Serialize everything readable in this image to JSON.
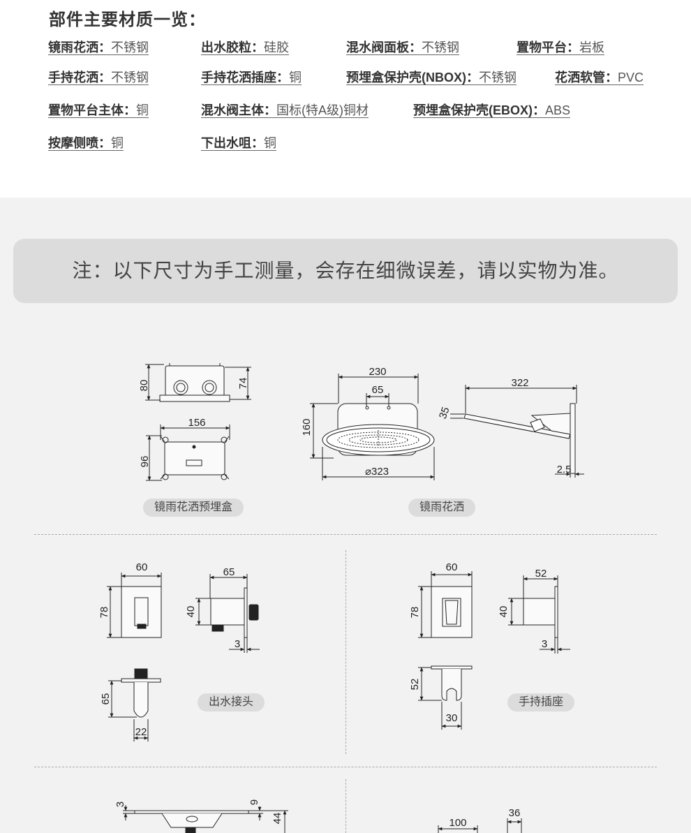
{
  "materials": {
    "title": "部件主要材质一览：",
    "items": [
      {
        "k": "镜雨花洒：",
        "v": "不锈钢"
      },
      {
        "k": "出水胶粒：",
        "v": "硅胶"
      },
      {
        "k": "混水阀面板：",
        "v": "不锈钢"
      },
      {
        "k": "置物平台：",
        "v": "岩板"
      },
      {
        "k": "手持花洒：",
        "v": "不锈钢"
      },
      {
        "k": "手持花洒插座：",
        "v": "铜"
      },
      {
        "k": "预埋盒保护壳(NBOX)：",
        "v": "不锈钢"
      },
      {
        "k": "花洒软管：",
        "v": "PVC"
      },
      {
        "k": "置物平台主体：",
        "v": "铜"
      },
      {
        "k": "混水阀主体：",
        "v": "国标(特A级)铜材"
      },
      {
        "k": "预埋盒保护壳(EBOX)：",
        "v": "ABS"
      },
      {
        "k": "按摩侧喷：",
        "v": "铜"
      },
      {
        "k": "下出水咀：",
        "v": "铜"
      }
    ]
  },
  "note": "注：以下尺寸为手工测量，会存在细微误差，请以实物为准。",
  "labels": {
    "box": "镜雨花洒预埋盒",
    "shower": "镜雨花洒",
    "outlet": "出水接头",
    "holder": "手持插座"
  },
  "dims": {
    "box_h1": "80",
    "box_h2": "74",
    "box_w": "156",
    "box_d": "96",
    "sh_w": "230",
    "sh_c": "65",
    "sh_h": "160",
    "sh_dia": "⌀323",
    "arm_len": "322",
    "arm_ang": "35",
    "arm_t": "2.5",
    "o_w": "60",
    "o_h": "78",
    "o_sw": "65",
    "o_sh": "40",
    "o_t": "3",
    "o_ph": "65",
    "o_pw": "22",
    "h_w": "60",
    "h_h": "78",
    "h_sw": "52",
    "h_sh": "40",
    "h_t": "3",
    "h_ph": "52",
    "h_pw": "30",
    "b_t": "3",
    "b_a": "9",
    "b_h": "44",
    "b_w": "100",
    "b_w2": "36"
  }
}
